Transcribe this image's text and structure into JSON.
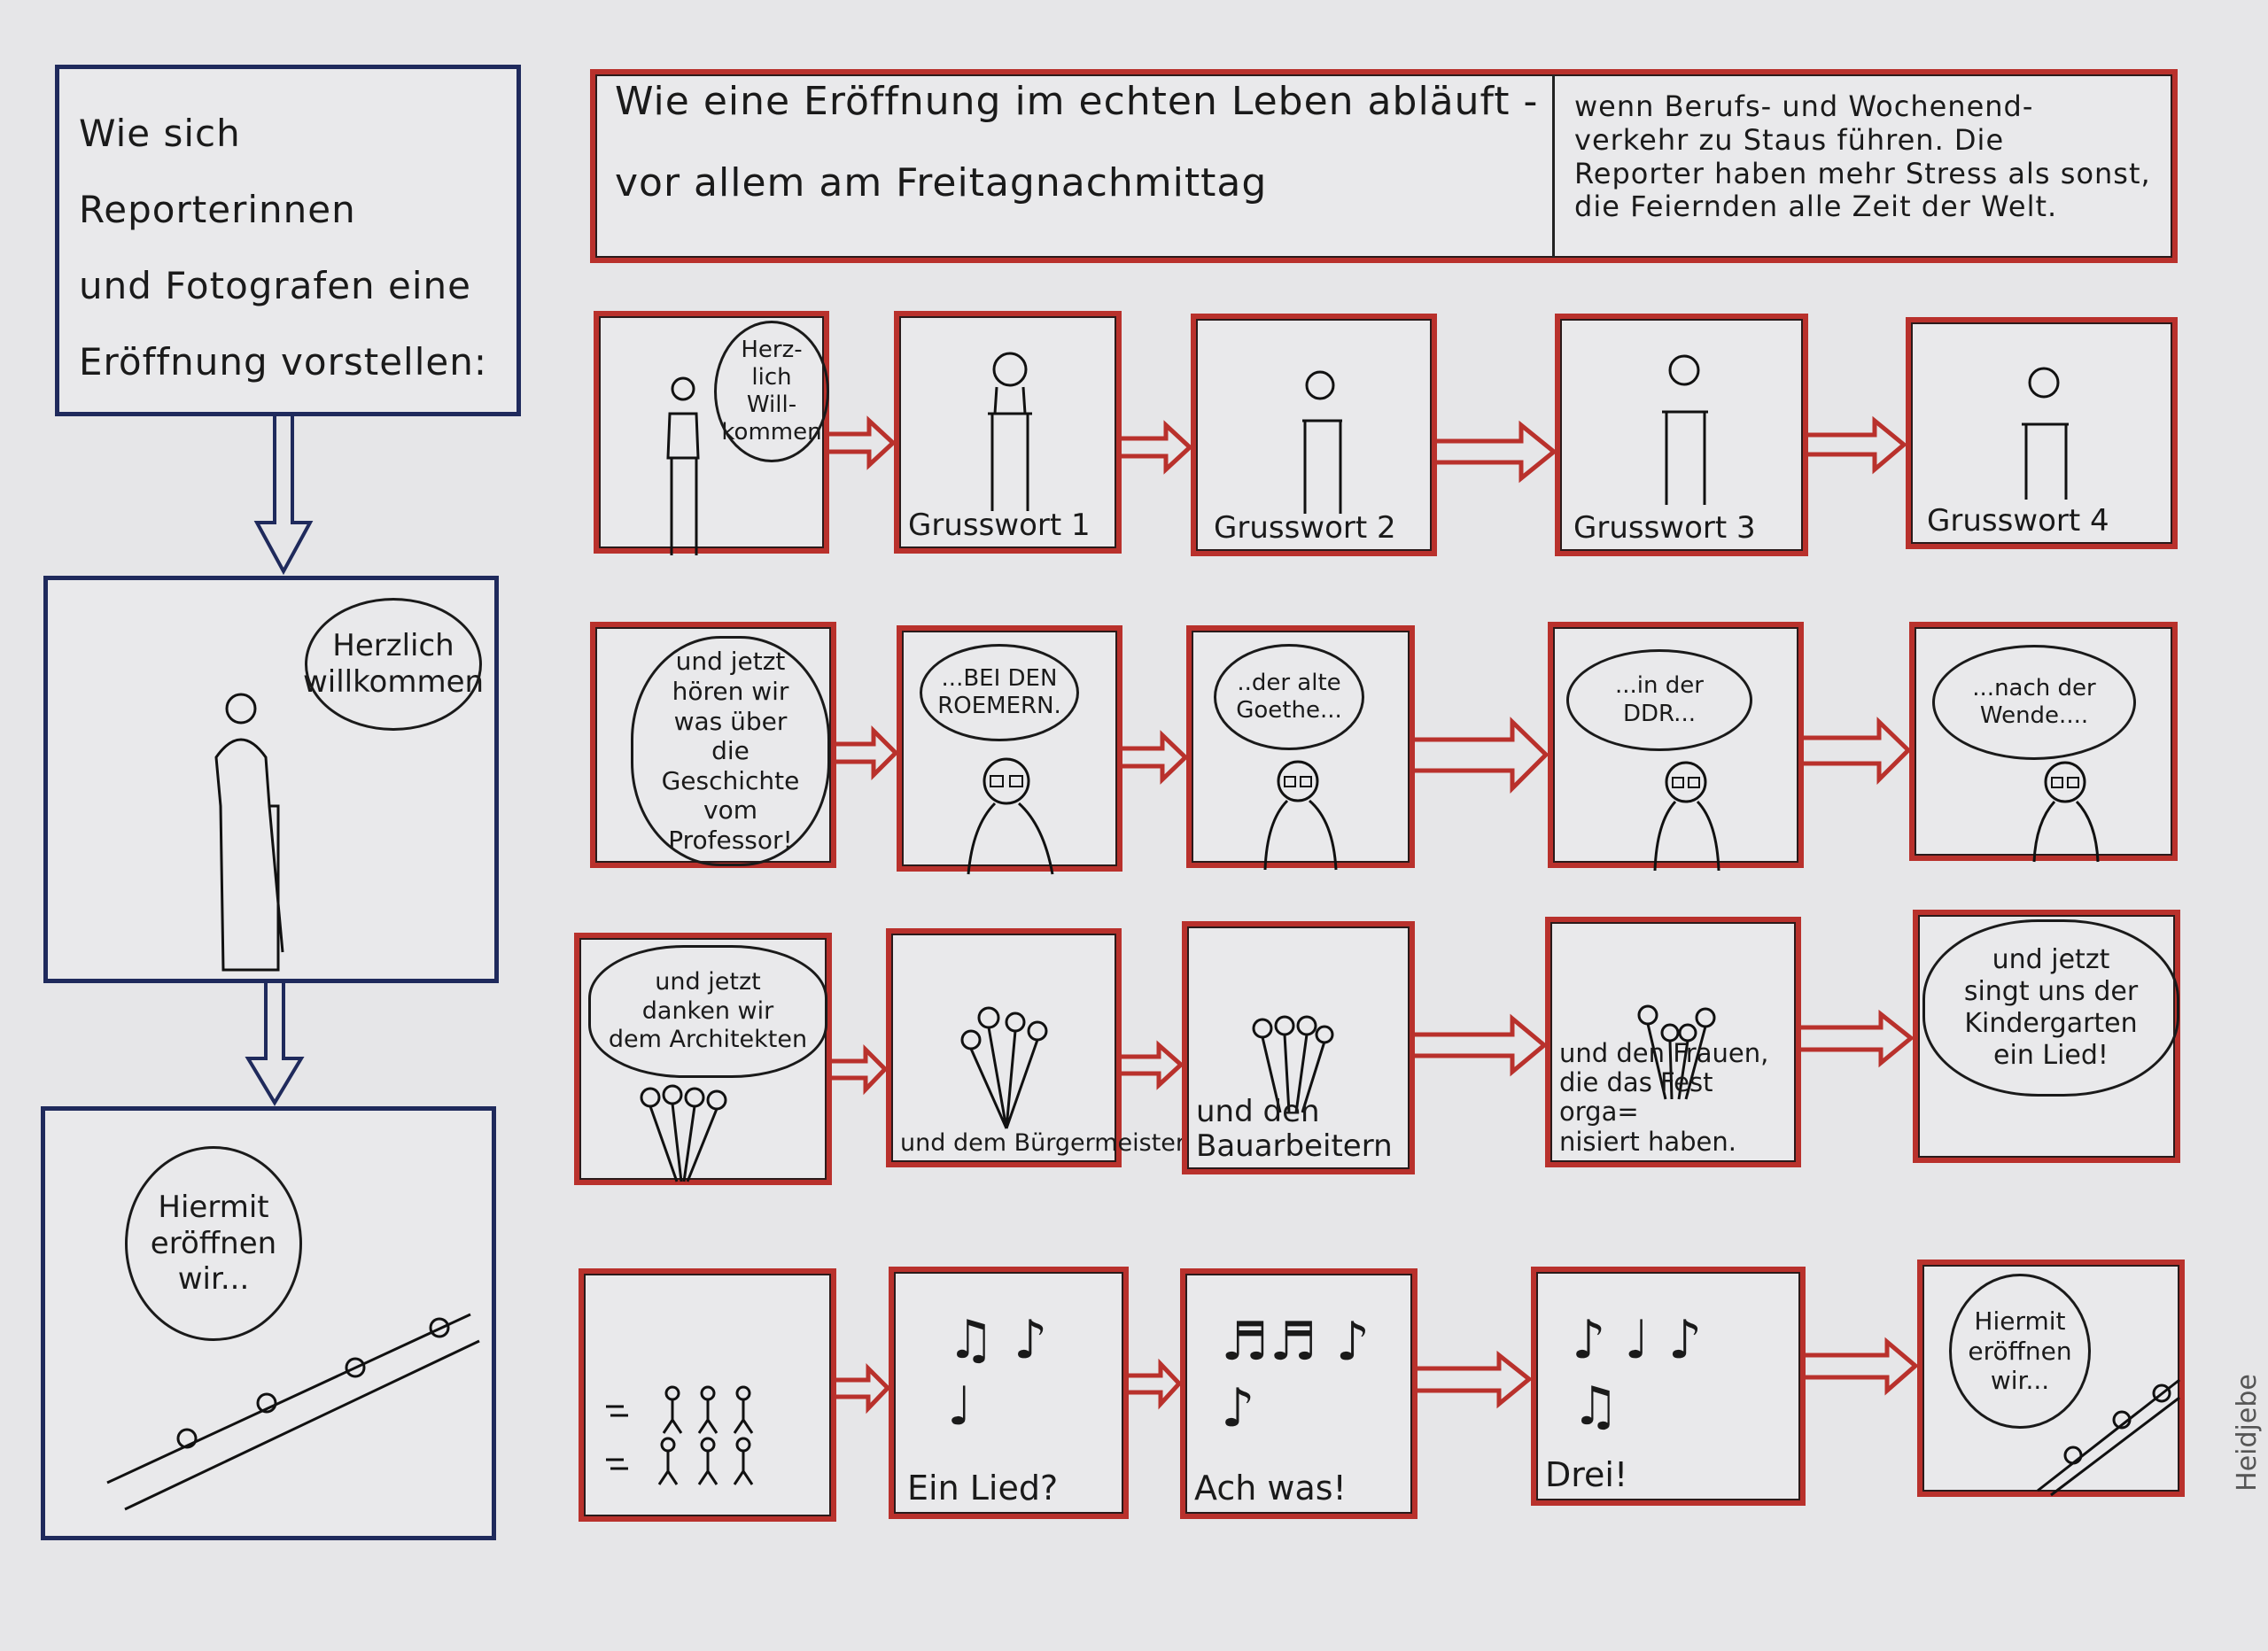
{
  "left": {
    "title": "Wie sich Reporterinnen\nund Fotografen eine\nEröffnung vorstellen:",
    "panel2_bubble": "Herzlich\nwillkommen",
    "panel3_bubble": "Hiermit\neröffnen\nwir..."
  },
  "banner": {
    "left": "Wie eine Eröffnung im echten Leben abläuft -\n\nvor allem am Freitagnachmittag",
    "right": "wenn Berufs- und Wochenend-\nverkehr zu Staus führen. Die\nReporter haben mehr Stress als sonst,\ndie Feiernden alle Zeit der Welt."
  },
  "row1": {
    "bubble": "Herz-\nlich\nWill-\nkommen",
    "captions": [
      "Grusswort 1",
      "Grusswort 2",
      "Grusswort 3",
      "Grusswort 4"
    ]
  },
  "row2": {
    "bubbles": [
      "und jetzt\nhören wir\nwas über\ndie Geschichte\nvom\nProfessor!",
      "...BEI DEN\nROEMERN.",
      "..der alte\nGoethe...",
      "...in der\nDDR...",
      "...nach der\nWende...."
    ]
  },
  "row3": {
    "bubble1": "und jetzt\ndanken wir\ndem Architekten",
    "caption2": "und dem Bürgermeister",
    "caption3": "und den\nBauarbeitern",
    "caption4": "und den Frauen,\ndie das Fest orga=\nnisiert haben.",
    "bubble5": "und jetzt\nsingt uns der\nKindergarten\nein Lied!"
  },
  "row4": {
    "captions": [
      "Ein Lied?",
      "Ach was!",
      "Drei!"
    ],
    "bubble5": "Hiermit\neröffnen\nwir..."
  },
  "signature": "Heidjebe",
  "colors": {
    "frame_red": "#b9312c",
    "frame_blue": "#1f2a5c",
    "paper": "#e9e9eb"
  }
}
